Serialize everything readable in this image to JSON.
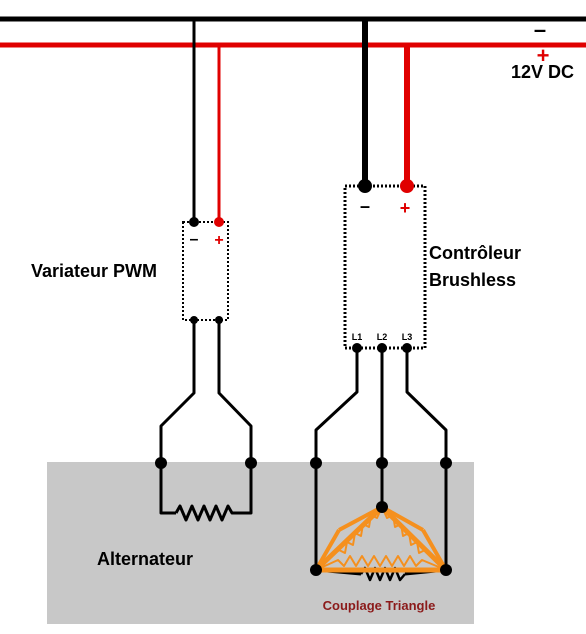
{
  "supply": {
    "label": "12V DC",
    "minus_sign": "–",
    "plus_sign": "+"
  },
  "pwm": {
    "label": "Variateur PWM",
    "minus_sign": "–",
    "plus_sign": "+"
  },
  "controller": {
    "label_line1": "Contrôleur",
    "label_line2": "Brushless",
    "minus_sign": "–",
    "plus_sign": "+",
    "phases": [
      "L1",
      "L2",
      "L3"
    ]
  },
  "alternator": {
    "label": "Alternateur"
  },
  "coupling": {
    "label": "Couplage Triangle"
  },
  "colors": {
    "negative": "#000000",
    "positive": "#e00000",
    "alternator_fill": "#c8c8c8",
    "triangle": "#f5901e",
    "coupling_text": "#8b1a1a"
  }
}
